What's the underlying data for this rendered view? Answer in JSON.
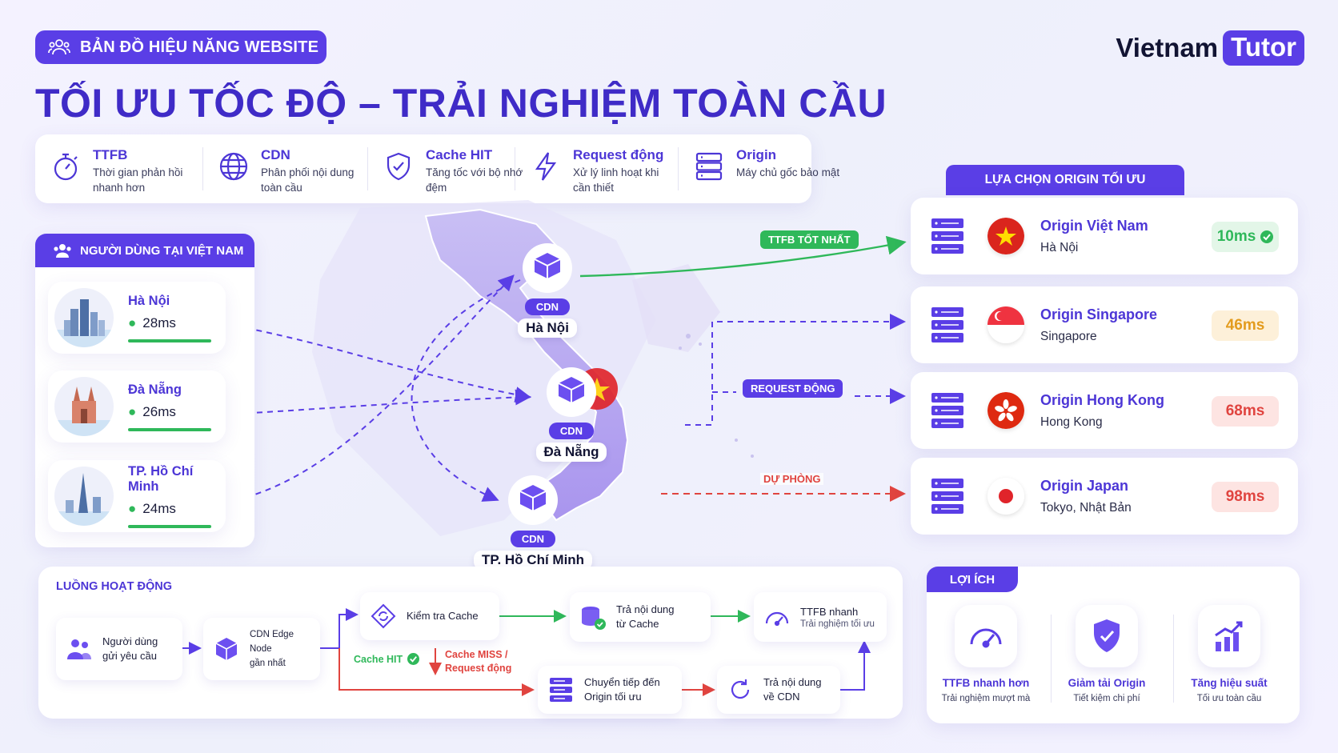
{
  "header": {
    "badge_label": "BẢN ĐỒ HIỆU NĂNG WEBSITE",
    "title": "TỐI ƯU TỐC ĐỘ – TRẢI NGHIỆM TOÀN CẦU",
    "brand_main": "Vietnam",
    "brand_tag": "Tutor"
  },
  "features": [
    {
      "title": "TTFB",
      "desc": "Thời gian phản hồi nhanh hơn",
      "icon": "stopwatch-icon"
    },
    {
      "title": "CDN",
      "desc": "Phân phối nội dung toàn cầu",
      "icon": "globe-icon"
    },
    {
      "title": "Cache HIT",
      "desc": "Tăng tốc với bộ nhớ đệm",
      "icon": "shield-check-icon"
    },
    {
      "title": "Request động",
      "desc": "Xử lý linh hoạt khi cần thiết",
      "icon": "lightning-icon"
    },
    {
      "title": "Origin",
      "desc": "Máy chủ gốc bảo mật",
      "icon": "server-icon"
    }
  ],
  "users": {
    "heading": "NGƯỜI DÙNG TẠI VIỆT NAM",
    "cities": [
      {
        "name": "Hà Nội",
        "latency": "28ms"
      },
      {
        "name": "Đà Nẵng",
        "latency": "26ms"
      },
      {
        "name": "TP. Hồ Chí Minh",
        "latency": "24ms"
      }
    ]
  },
  "map": {
    "cdn_label": "CDN",
    "nodes": [
      {
        "city": "Hà Nội"
      },
      {
        "city": "Đà Nẵng"
      },
      {
        "city": "TP. Hồ Chí Minh"
      }
    ],
    "tag_fastest": "TTFB TỐT NHẤT",
    "tag_dynamic": "REQUEST ĐỘNG",
    "tag_backup": "DỰ PHÒNG"
  },
  "origins": {
    "heading": "LỰA CHỌN ORIGIN TỐI ƯU",
    "items": [
      {
        "name": "Origin Việt Nam",
        "location": "Hà Nội",
        "latency": "10ms"
      },
      {
        "name": "Origin Singapore",
        "location": "Singapore",
        "latency": "46ms"
      },
      {
        "name": "Origin Hong Kong",
        "location": "Hong Kong",
        "latency": "68ms"
      },
      {
        "name": "Origin Japan",
        "location": "Tokyo, Nhật Bản",
        "latency": "98ms"
      }
    ]
  },
  "flow": {
    "heading": "LUỒNG HOẠT ĐỘNG",
    "user_request": [
      "Người dùng",
      "gửi yêu cầu"
    ],
    "edge_node": [
      "CDN Edge Node",
      "gần nhất"
    ],
    "check_cache": "Kiểm tra Cache",
    "cache_hit": "Cache HIT",
    "cache_miss": [
      "Cache MISS /",
      "Request động"
    ],
    "serve_cache": [
      "Trả nội dung",
      "từ Cache"
    ],
    "ttfb_fast": {
      "title": "TTFB nhanh",
      "sub": "Trải nghiệm tối ưu"
    },
    "forward_origin": [
      "Chuyển tiếp đến",
      "Origin tối ưu"
    ],
    "return_cdn": [
      "Trả nội dung",
      "về CDN"
    ]
  },
  "benefits": {
    "heading": "LỢI ÍCH",
    "items": [
      {
        "title": "TTFB nhanh hơn",
        "sub": "Trải nghiệm mượt mà"
      },
      {
        "title": "Giảm tải Origin",
        "sub": "Tiết kiệm chi phí"
      },
      {
        "title": "Tăng hiệu suất",
        "sub": "Tối ưu toàn cầu"
      }
    ]
  },
  "colors": {
    "primary": "#5a3ee6",
    "accent_text": "#4c36d6",
    "good": "#2fb85a",
    "warn": "#e39b1d",
    "bad": "#e0443f"
  }
}
